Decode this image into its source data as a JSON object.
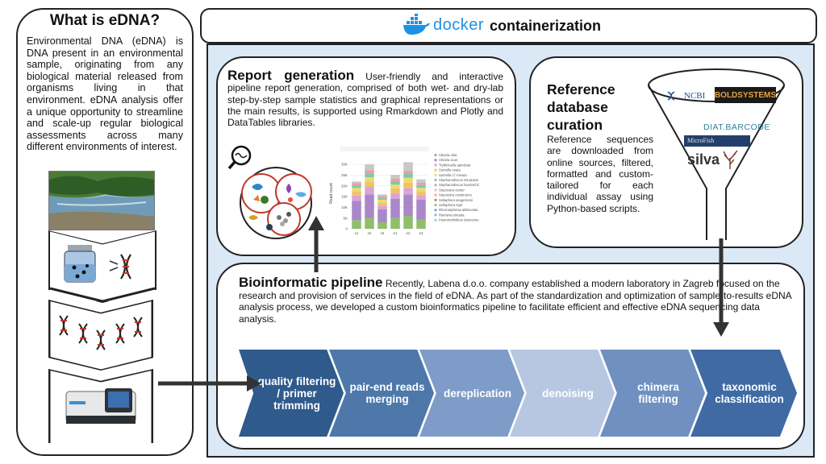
{
  "edna": {
    "title": "What is eDNA?",
    "text": "Environmental DNA (eDNA) is DNA present in an environmental sample, originating from any biological material released from organisms living in that environment. eDNA analysis offer a unique opportunity to streamline and scale-up regular biological assessments across many different environments of interest."
  },
  "docker": {
    "logo_text": "docker",
    "label": "containerization"
  },
  "report": {
    "title": "Report generation",
    "text": "User-friendly and interactive pipeline report generation, comprised of both wet- and dry-lab step-by-step sample statistics and graphical representations or the main results, is supported using Rmarkdown and Plotly and DataTables libraries."
  },
  "reference": {
    "title_lines": [
      "Reference",
      "database",
      "curation"
    ],
    "text": "Reference sequences are downloaded from online sources, filtered, formatted and custom-tailored for each individual assay using Python-based scripts.",
    "logos": {
      "ncbi": "NCBI",
      "bold": "BOLDSYSTEMS",
      "diat": "DIAT.BARCODE",
      "microfish": "MicroFish",
      "silva": "silva"
    }
  },
  "pipeline": {
    "title": "Bioinformatic pipeline",
    "text": "Recently, Labena d.o.o. company established a modern laboratory in Zagreb focused on the research and provision of services in the field of eDNA. As part of the standardization and optimization of sample-to-results eDNA analysis process, we developed a custom bioinformatics pipeline to facilitate efficient and effective eDNA sequencing data analysis.",
    "steps": [
      {
        "label": "quality filtering / primer trimming",
        "color": "#2f5a8c"
      },
      {
        "label": "pair-end reads merging",
        "color": "#4e77aa"
      },
      {
        "label": "dereplication",
        "color": "#7f9cc8"
      },
      {
        "label": "denoising",
        "color": "#b8c7e1"
      },
      {
        "label": "chimera filtering",
        "color": "#6f90c1"
      },
      {
        "label": "taxonomic classification",
        "color": "#3f6aa3"
      }
    ]
  },
  "chart_data": {
    "type": "bar",
    "ylabel": "Read count",
    "categories": [
      "s1",
      "s2",
      "s3",
      "e1",
      "e2",
      "e3"
    ],
    "yticks": [
      "0",
      "5K",
      "10K",
      "15K",
      "20K",
      "25K",
      "30K"
    ],
    "ylim": [
      0,
      33000
    ],
    "series": [
      {
        "name": "Ulnaria ulna",
        "color": "#8fbf6a",
        "values": [
          4000,
          5000,
          3000,
          5000,
          6000,
          4500
        ]
      },
      {
        "name": "Ulnaria acus",
        "color": "#a987c9",
        "values": [
          9000,
          11000,
          6000,
          9000,
          10000,
          9000
        ]
      },
      {
        "name": "Tryblionella apiculata",
        "color": "#d9a5d6",
        "values": [
          2500,
          3500,
          1800,
          2600,
          3000,
          2200
        ]
      },
      {
        "name": "Surirella ovata",
        "color": "#f0c36a",
        "values": [
          2000,
          2500,
          1500,
          2200,
          2500,
          1800
        ]
      },
      {
        "name": "Surirella cf. minuta",
        "color": "#eddc6a",
        "values": [
          1500,
          2000,
          1200,
          1800,
          2200,
          1500
        ]
      },
      {
        "name": "Stephanodiscus minutulus",
        "color": "#7fc6b6",
        "values": [
          1200,
          1800,
          1000,
          1500,
          1800,
          1300
        ]
      },
      {
        "name": "Stephanodiscus hantzschii",
        "color": "#e8a0a0",
        "values": [
          1000,
          1500,
          800,
          1300,
          1600,
          1100
        ]
      },
      {
        "name": "Staurosira venter",
        "color": "#c8c8c8",
        "values": [
          800,
          2700,
          700,
          1700,
          3900,
          1600
        ]
      }
    ],
    "legend": [
      "Ulnaria ulna",
      "Ulnaria acus",
      "Tryblionella apiculata",
      "Surirella ovata",
      "Surirella cf. minuta",
      "Stephanodiscus minutulus",
      "Stephanodiscus hantzschii",
      "Staurosira venter",
      "Staurosira construens",
      "Sellaphora saugerresii",
      "Sellaphora nigri",
      "Rhoicosphenia abbreviata",
      "Reimeria sinuata",
      "Psammothidium daonense"
    ]
  }
}
